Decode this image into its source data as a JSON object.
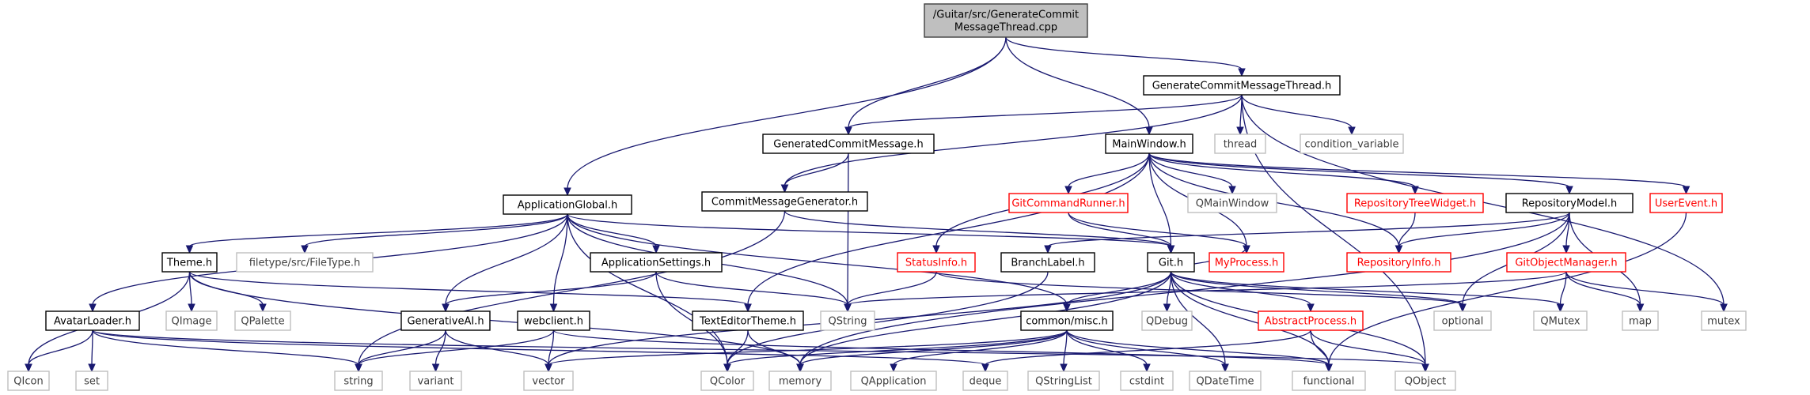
{
  "colors": {
    "edge": "#191970",
    "root_fill": "#bfbfbf",
    "black_border": "#000000",
    "red_border": "#ff0000",
    "gray_border": "#bfbfbf",
    "red_text": "#ff0000",
    "gray_text": "#404040",
    "black_text": "#000000"
  },
  "nodes": [
    {
      "id": "root",
      "lines": [
        "/Guitar/src/GenerateCommit",
        "MessageThread.cpp"
      ],
      "style": "root"
    },
    {
      "id": "gcmt_h",
      "lines": [
        "GenerateCommitMessageThread.h"
      ],
      "style": "black"
    },
    {
      "id": "gcm_h",
      "lines": [
        "GeneratedCommitMessage.h"
      ],
      "style": "black"
    },
    {
      "id": "mainwindow_h",
      "lines": [
        "MainWindow.h"
      ],
      "style": "black"
    },
    {
      "id": "thread",
      "lines": [
        "thread"
      ],
      "style": "gray"
    },
    {
      "id": "condvar",
      "lines": [
        "condition_variable"
      ],
      "style": "gray"
    },
    {
      "id": "appglobal_h",
      "lines": [
        "ApplicationGlobal.h"
      ],
      "style": "black"
    },
    {
      "id": "cmg_h",
      "lines": [
        "CommitMessageGenerator.h"
      ],
      "style": "black"
    },
    {
      "id": "gitcmdrunner_h",
      "lines": [
        "GitCommandRunner.h"
      ],
      "style": "red"
    },
    {
      "id": "qmainwindow",
      "lines": [
        "QMainWindow"
      ],
      "style": "gray"
    },
    {
      "id": "repotree_h",
      "lines": [
        "RepositoryTreeWidget.h"
      ],
      "style": "red"
    },
    {
      "id": "repomodel_h",
      "lines": [
        "RepositoryModel.h"
      ],
      "style": "black"
    },
    {
      "id": "userevent_h",
      "lines": [
        "UserEvent.h"
      ],
      "style": "red"
    },
    {
      "id": "theme_h",
      "lines": [
        "Theme.h"
      ],
      "style": "black"
    },
    {
      "id": "filetype_h",
      "lines": [
        "filetype/src/FileType.h"
      ],
      "style": "gray"
    },
    {
      "id": "appsettings_h",
      "lines": [
        "ApplicationSettings.h"
      ],
      "style": "black"
    },
    {
      "id": "statusinfo_h",
      "lines": [
        "StatusInfo.h"
      ],
      "style": "red"
    },
    {
      "id": "branchlabel_h",
      "lines": [
        "BranchLabel.h"
      ],
      "style": "black"
    },
    {
      "id": "git_h",
      "lines": [
        "Git.h"
      ],
      "style": "black"
    },
    {
      "id": "myprocess_h",
      "lines": [
        "MyProcess.h"
      ],
      "style": "red"
    },
    {
      "id": "repoinfo_h",
      "lines": [
        "RepositoryInfo.h"
      ],
      "style": "red"
    },
    {
      "id": "gitobjmgr_h",
      "lines": [
        "GitObjectManager.h"
      ],
      "style": "red"
    },
    {
      "id": "avatarloader_h",
      "lines": [
        "AvatarLoader.h"
      ],
      "style": "black"
    },
    {
      "id": "qimage",
      "lines": [
        "QImage"
      ],
      "style": "gray"
    },
    {
      "id": "qpalette",
      "lines": [
        "QPalette"
      ],
      "style": "gray"
    },
    {
      "id": "generativeai_h",
      "lines": [
        "GenerativeAI.h"
      ],
      "style": "black"
    },
    {
      "id": "webclient_h",
      "lines": [
        "webclient.h"
      ],
      "style": "black"
    },
    {
      "id": "texteditortheme_h",
      "lines": [
        "TextEditorTheme.h"
      ],
      "style": "black"
    },
    {
      "id": "qstring",
      "lines": [
        "QString"
      ],
      "style": "gray"
    },
    {
      "id": "misc_h",
      "lines": [
        "common/misc.h"
      ],
      "style": "black"
    },
    {
      "id": "qdebug",
      "lines": [
        "QDebug"
      ],
      "style": "gray"
    },
    {
      "id": "abstractprocess_h",
      "lines": [
        "AbstractProcess.h"
      ],
      "style": "red"
    },
    {
      "id": "optional",
      "lines": [
        "optional"
      ],
      "style": "gray"
    },
    {
      "id": "qmutex",
      "lines": [
        "QMutex"
      ],
      "style": "gray"
    },
    {
      "id": "map",
      "lines": [
        "map"
      ],
      "style": "gray"
    },
    {
      "id": "mutex",
      "lines": [
        "mutex"
      ],
      "style": "gray"
    },
    {
      "id": "qicon",
      "lines": [
        "QIcon"
      ],
      "style": "gray"
    },
    {
      "id": "set",
      "lines": [
        "set"
      ],
      "style": "gray"
    },
    {
      "id": "string",
      "lines": [
        "string"
      ],
      "style": "gray"
    },
    {
      "id": "variant",
      "lines": [
        "variant"
      ],
      "style": "gray"
    },
    {
      "id": "vector",
      "lines": [
        "vector"
      ],
      "style": "gray"
    },
    {
      "id": "qcolor",
      "lines": [
        "QColor"
      ],
      "style": "gray"
    },
    {
      "id": "memory",
      "lines": [
        "memory"
      ],
      "style": "gray"
    },
    {
      "id": "qapplication",
      "lines": [
        "QApplication"
      ],
      "style": "gray"
    },
    {
      "id": "deque",
      "lines": [
        "deque"
      ],
      "style": "gray"
    },
    {
      "id": "qstringlist",
      "lines": [
        "QStringList"
      ],
      "style": "gray"
    },
    {
      "id": "cstdint",
      "lines": [
        "cstdint"
      ],
      "style": "gray"
    },
    {
      "id": "qdatetime",
      "lines": [
        "QDateTime"
      ],
      "style": "gray"
    },
    {
      "id": "functional",
      "lines": [
        "functional"
      ],
      "style": "gray"
    },
    {
      "id": "qobject",
      "lines": [
        "QObject"
      ],
      "style": "gray"
    }
  ],
  "edges": [
    [
      "root",
      "gcmt_h"
    ],
    [
      "root",
      "gcm_h"
    ],
    [
      "root",
      "mainwindow_h"
    ],
    [
      "root",
      "appglobal_h"
    ],
    [
      "gcmt_h",
      "gcm_h"
    ],
    [
      "gcmt_h",
      "thread"
    ],
    [
      "gcmt_h",
      "condvar"
    ],
    [
      "gcmt_h",
      "cmg_h"
    ],
    [
      "gcmt_h",
      "mutex"
    ],
    [
      "gcmt_h",
      "qobject"
    ],
    [
      "gcm_h",
      "cmg_h"
    ],
    [
      "gcm_h",
      "qstring"
    ],
    [
      "cmg_h",
      "git_h"
    ],
    [
      "cmg_h",
      "string"
    ],
    [
      "mainwindow_h",
      "gitcmdrunner_h"
    ],
    [
      "mainwindow_h",
      "qmainwindow"
    ],
    [
      "mainwindow_h",
      "repotree_h"
    ],
    [
      "mainwindow_h",
      "repomodel_h"
    ],
    [
      "mainwindow_h",
      "userevent_h"
    ],
    [
      "mainwindow_h",
      "statusinfo_h"
    ],
    [
      "mainwindow_h",
      "git_h"
    ],
    [
      "mainwindow_h",
      "myprocess_h"
    ],
    [
      "mainwindow_h",
      "repoinfo_h"
    ],
    [
      "mainwindow_h",
      "texteditortheme_h"
    ],
    [
      "appglobal_h",
      "theme_h"
    ],
    [
      "appglobal_h",
      "filetype_h"
    ],
    [
      "appglobal_h",
      "appsettings_h"
    ],
    [
      "appglobal_h",
      "avatarloader_h"
    ],
    [
      "appglobal_h",
      "generativeai_h"
    ],
    [
      "appglobal_h",
      "webclient_h"
    ],
    [
      "appglobal_h",
      "qstring"
    ],
    [
      "appglobal_h",
      "git_h"
    ],
    [
      "appglobal_h",
      "misc_h"
    ],
    [
      "appglobal_h",
      "qcolor"
    ],
    [
      "gitcmdrunner_h",
      "git_h"
    ],
    [
      "gitcmdrunner_h",
      "myprocess_h"
    ],
    [
      "repotree_h",
      "repoinfo_h"
    ],
    [
      "repomodel_h",
      "repoinfo_h"
    ],
    [
      "repomodel_h",
      "gitobjmgr_h"
    ],
    [
      "repomodel_h",
      "optional"
    ],
    [
      "repomodel_h",
      "map"
    ],
    [
      "repomodel_h",
      "branchlabel_h"
    ],
    [
      "repomodel_h",
      "memory"
    ],
    [
      "userevent_h",
      "functional"
    ],
    [
      "theme_h",
      "qimage"
    ],
    [
      "theme_h",
      "qpalette"
    ],
    [
      "theme_h",
      "qicon"
    ],
    [
      "theme_h",
      "texteditortheme_h"
    ],
    [
      "theme_h",
      "memory"
    ],
    [
      "appsettings_h",
      "generativeai_h"
    ],
    [
      "appsettings_h",
      "qstring"
    ],
    [
      "appsettings_h",
      "qcolor"
    ],
    [
      "statusinfo_h",
      "qstring"
    ],
    [
      "statusinfo_h",
      "optional"
    ],
    [
      "branchlabel_h",
      "qcolor"
    ],
    [
      "git_h",
      "myprocess_h"
    ],
    [
      "git_h",
      "misc_h"
    ],
    [
      "git_h",
      "qdebug"
    ],
    [
      "git_h",
      "abstractprocess_h"
    ],
    [
      "git_h",
      "optional"
    ],
    [
      "git_h",
      "qmutex"
    ],
    [
      "git_h",
      "qdatetime"
    ],
    [
      "git_h",
      "functional"
    ],
    [
      "git_h",
      "qobject"
    ],
    [
      "git_h",
      "memory"
    ],
    [
      "git_h",
      "vector"
    ],
    [
      "gitobjmgr_h",
      "qmutex"
    ],
    [
      "gitobjmgr_h",
      "map"
    ],
    [
      "gitobjmgr_h",
      "mutex"
    ],
    [
      "gitobjmgr_h",
      "qstring"
    ],
    [
      "avatarloader_h",
      "qicon"
    ],
    [
      "avatarloader_h",
      "set"
    ],
    [
      "avatarloader_h",
      "string"
    ],
    [
      "avatarloader_h",
      "deque"
    ],
    [
      "avatarloader_h",
      "qobject"
    ],
    [
      "generativeai_h",
      "string"
    ],
    [
      "generativeai_h",
      "variant"
    ],
    [
      "generativeai_h",
      "vector"
    ],
    [
      "webclient_h",
      "string"
    ],
    [
      "webclient_h",
      "vector"
    ],
    [
      "webclient_h",
      "functional"
    ],
    [
      "texteditortheme_h",
      "qcolor"
    ],
    [
      "texteditortheme_h",
      "memory"
    ],
    [
      "misc_h",
      "qcolor"
    ],
    [
      "misc_h",
      "qapplication"
    ],
    [
      "misc_h",
      "qstringlist"
    ],
    [
      "misc_h",
      "cstdint"
    ],
    [
      "misc_h",
      "qdatetime"
    ],
    [
      "misc_h",
      "functional"
    ],
    [
      "misc_h",
      "vector"
    ],
    [
      "misc_h",
      "memory"
    ],
    [
      "abstractprocess_h",
      "functional"
    ],
    [
      "abstractprocess_h",
      "qobject"
    ],
    [
      "abstractprocess_h",
      "deque"
    ]
  ]
}
